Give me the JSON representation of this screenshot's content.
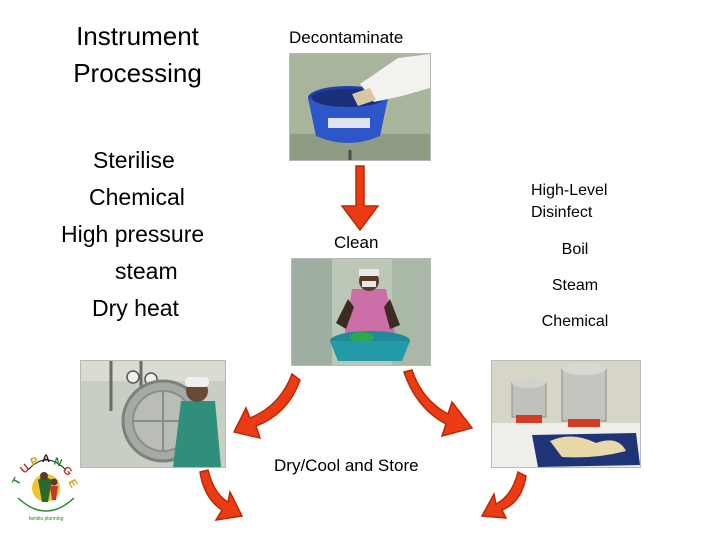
{
  "title": "Instrument Processing",
  "sterilise": {
    "heading": "Sterilise",
    "methods": [
      "Chemical",
      "High pressure",
      "steam",
      "Dry heat"
    ]
  },
  "steps": {
    "decontaminate": "Decontaminate",
    "clean": "Clean",
    "store": "Dry/Cool and Store"
  },
  "high_level_disinfect": {
    "heading_line1": "High-Level",
    "heading_line2": "Disinfect",
    "methods": [
      "Boil",
      "Steam",
      "Chemical"
    ]
  },
  "logo": {
    "text": "TUPANGE",
    "subtext": "familia planning"
  },
  "colors": {
    "arrow": "#ec3a12",
    "arrow_dark": "#b92a08"
  }
}
